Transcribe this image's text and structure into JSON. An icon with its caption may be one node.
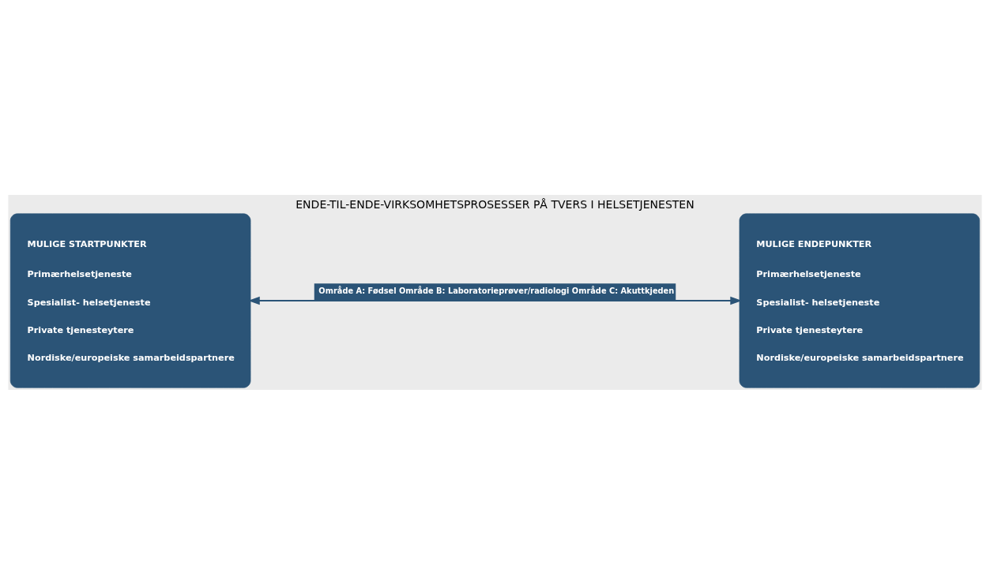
{
  "diagram": {
    "title": "ENDE-TIL-ENDE-VIRKSOMHETSPROSESSER PÅ TVERS I HELSETJENESTEN",
    "nodes": [
      {
        "text": [
          "MULIGE STARTPUNKTER",
          "Primærhelsetjeneste",
          "Spesialist- helsetjeneste",
          "Private tjenesteytere",
          "Nordiske/europeiske samarbeidspartnere"
        ]
      },
      {
        "text": [
          "MULIGE ENDEPUNKTER",
          "Primærhelsetjeneste",
          "Spesialist- helsetjeneste",
          "Private tjenesteytere",
          "Nordiske/europeiske samarbeidspartnere"
        ]
      }
    ],
    "edges": [
      {
        "from": 0,
        "to": 1,
        "arrow": "both",
        "label": "Område A: Fødsel Område B: Laboratorieprøver/radiologi Område C: Akuttkjeden"
      }
    ]
  }
}
